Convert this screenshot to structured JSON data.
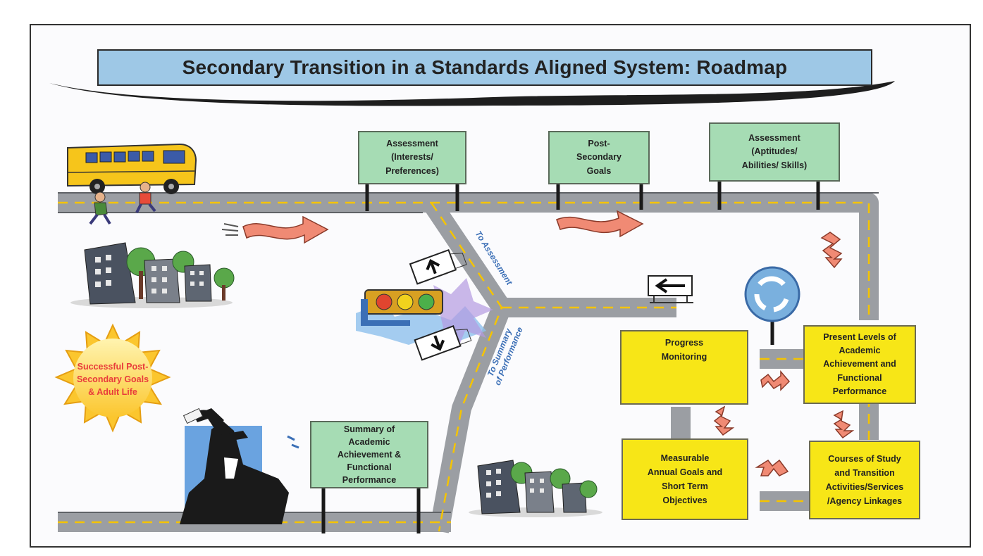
{
  "title": "Secondary Transition in a Standards Aligned System:  Roadmap",
  "signs": {
    "assessment_interests": "Assessment\n(Interests/\nPreferences)",
    "post_secondary": "Post-\nSecondary\nGoals",
    "assessment_aptitudes": "Assessment\n(Aptitudes/\nAbilities/ Skills)",
    "summary": "Summary of\nAcademic\nAchievement &\nFunctional\nPerformance"
  },
  "boxes": {
    "progress": "Progress\nMonitoring",
    "present_levels": "Present Levels of\nAcademic\nAchievement and\nFunctional\nPerformance",
    "measurable": "Measurable\nAnnual Goals and\nShort Term\nObjectives",
    "courses": "Courses of Study\nand Transition\nActivities/Services\n/Agency Linkages"
  },
  "road_labels": {
    "to_assessment": "To Assessment",
    "to_summary": "To Summary\nof Performance"
  },
  "sun_text": "Successful Post-\nSecondary Goals\n& Adult Life",
  "colors": {
    "sign_green": "#a6dcb4",
    "box_yellow": "#f7e617",
    "banner_blue": "#9ec8e6",
    "road_gray": "#9b9ea3",
    "lane_yellow": "#f5c400",
    "arrow_salmon": "#f08a74"
  }
}
